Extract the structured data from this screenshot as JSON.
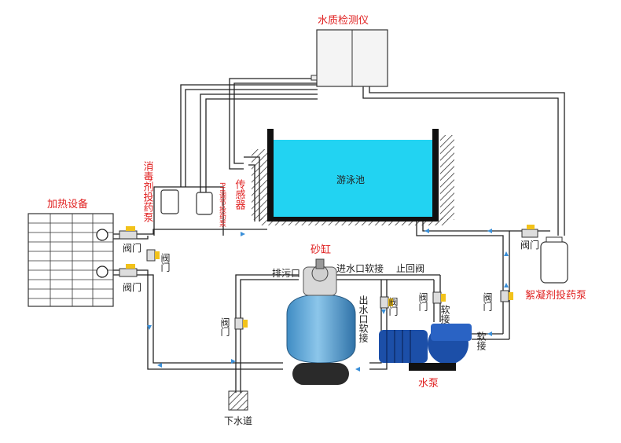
{
  "labels": {
    "water_quality_monitor": "水质检测仪",
    "pool": "游泳池",
    "heater": "加热设备",
    "disinfectant_pump": "消毒剂投药泵",
    "ph_pump": "PH调节投药泵",
    "sensor": "传感器",
    "sand_filter": "砂缸",
    "drain_outlet": "排污口",
    "inlet_soft_joint": "进水口软接",
    "check_valve": "止回阀",
    "outlet_soft_joint": "出水口软接",
    "soft_joint": "软接",
    "valve": "阀门",
    "pump": "水泵",
    "sewer": "下水道",
    "flocculant_pump": "絮凝剂投药泵"
  },
  "colors": {
    "pool_water": "#22d3f2",
    "pipe_flow": "#3a8fd8",
    "valve_yellow": "#f2c21a",
    "filter_tank": "#5aa3d0",
    "pump_body": "#1c4fa8",
    "label_red": "#e02020"
  }
}
